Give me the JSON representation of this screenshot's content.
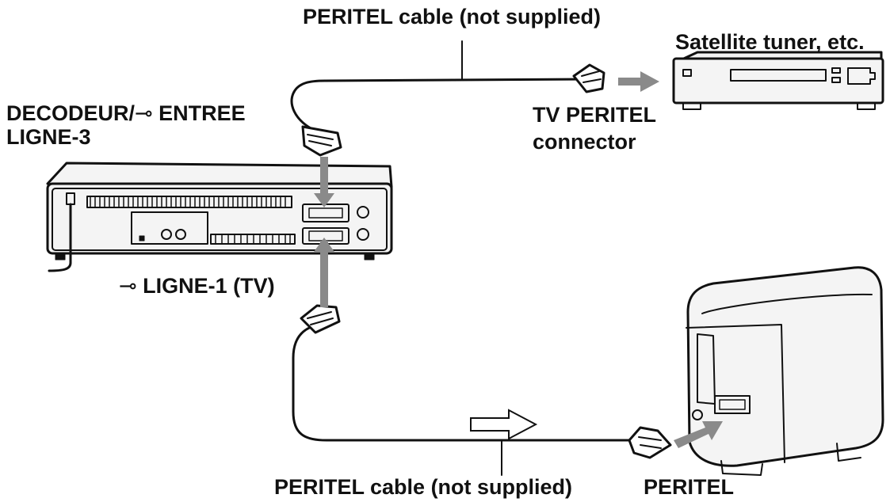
{
  "labels": {
    "cable_top": "PERITEL cable (not supplied)",
    "satellite": "Satellite tuner, etc.",
    "decoder_prefix": "DECODEUR/",
    "decoder_glyph": "⊸",
    "decoder_suffix": " ENTREE",
    "decoder_line2": "LIGNE-3",
    "tv_peritel_line1": "TV PERITEL",
    "tv_peritel_line2": "connector",
    "ligne1_glyph": "⊸",
    "ligne1_text": " LIGNE-1 (TV)",
    "cable_bottom": "PERITEL cable (not supplied)",
    "peritel_tv": "PERITEL"
  },
  "colors": {
    "line": "#111111",
    "arrow": "#8a8a8a",
    "body_fill": "#f4f4f4"
  }
}
